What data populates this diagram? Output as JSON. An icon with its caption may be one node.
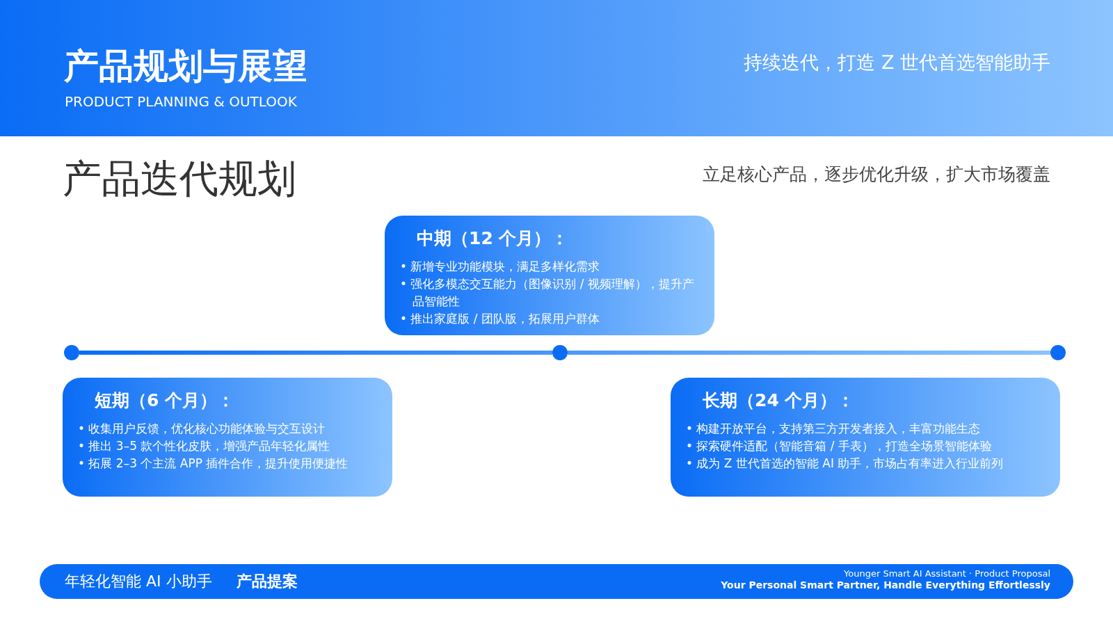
{
  "diagram": {
    "title": "产品规划与展望",
    "nodes": [
      {
        "text": [
          "中期（12 个月）：",
          "• 新增专业功能模块，满足多样化需求",
          "• 强化多模态交互能力（图像识别 / 视频理解），提升产品智能性",
          "• 推出家庭版 / 团队版，拓展用户群体"
        ]
      },
      {
        "text": [],
        "shape": "circle"
      },
      {
        "text": [],
        "shape": "circle"
      },
      {
        "text": [],
        "shape": "circle"
      },
      {
        "text": [
          "短期（6 个月）：",
          "• 收集用户反馈，优化核心功能体验与交互设计",
          "• 推出 3–5 款个性化皮肤，增强产品年轻化属性",
          "• 拓展 2–3 个主流 APP 插件合作，提升使用便捷性"
        ]
      },
      {
        "text": [
          "长期（24 个月）：",
          "• 构建开放平台，支持第三方开发者接入，丰富功能生态",
          "• 探索硬件适配（智能音箱 / 手表），打造全场景智能体验",
          "• 成为 Z 世代首选的智能 AI 助手，市场占有率进入行业前列"
        ]
      }
    ],
    "edges": [
      {
        "from": 1,
        "to": 2,
        "arrow": "none"
      },
      {
        "from": 2,
        "to": 3,
        "arrow": "none"
      }
    ],
    "labels": [
      "PRODUCT PLANNING & OUTLOOK",
      "持续迭代，打造 Z 世代首选智能助手",
      "产品迭代规划",
      "立足核心产品，逐步优化升级，扩大市场覆盖",
      "年轻化智能 AI 小助手",
      "产品提案",
      "Younger Smart AI Assistant · Product Proposal",
      "Your Personal Smart Partner, Handle Everything Effortlessly"
    ]
  }
}
